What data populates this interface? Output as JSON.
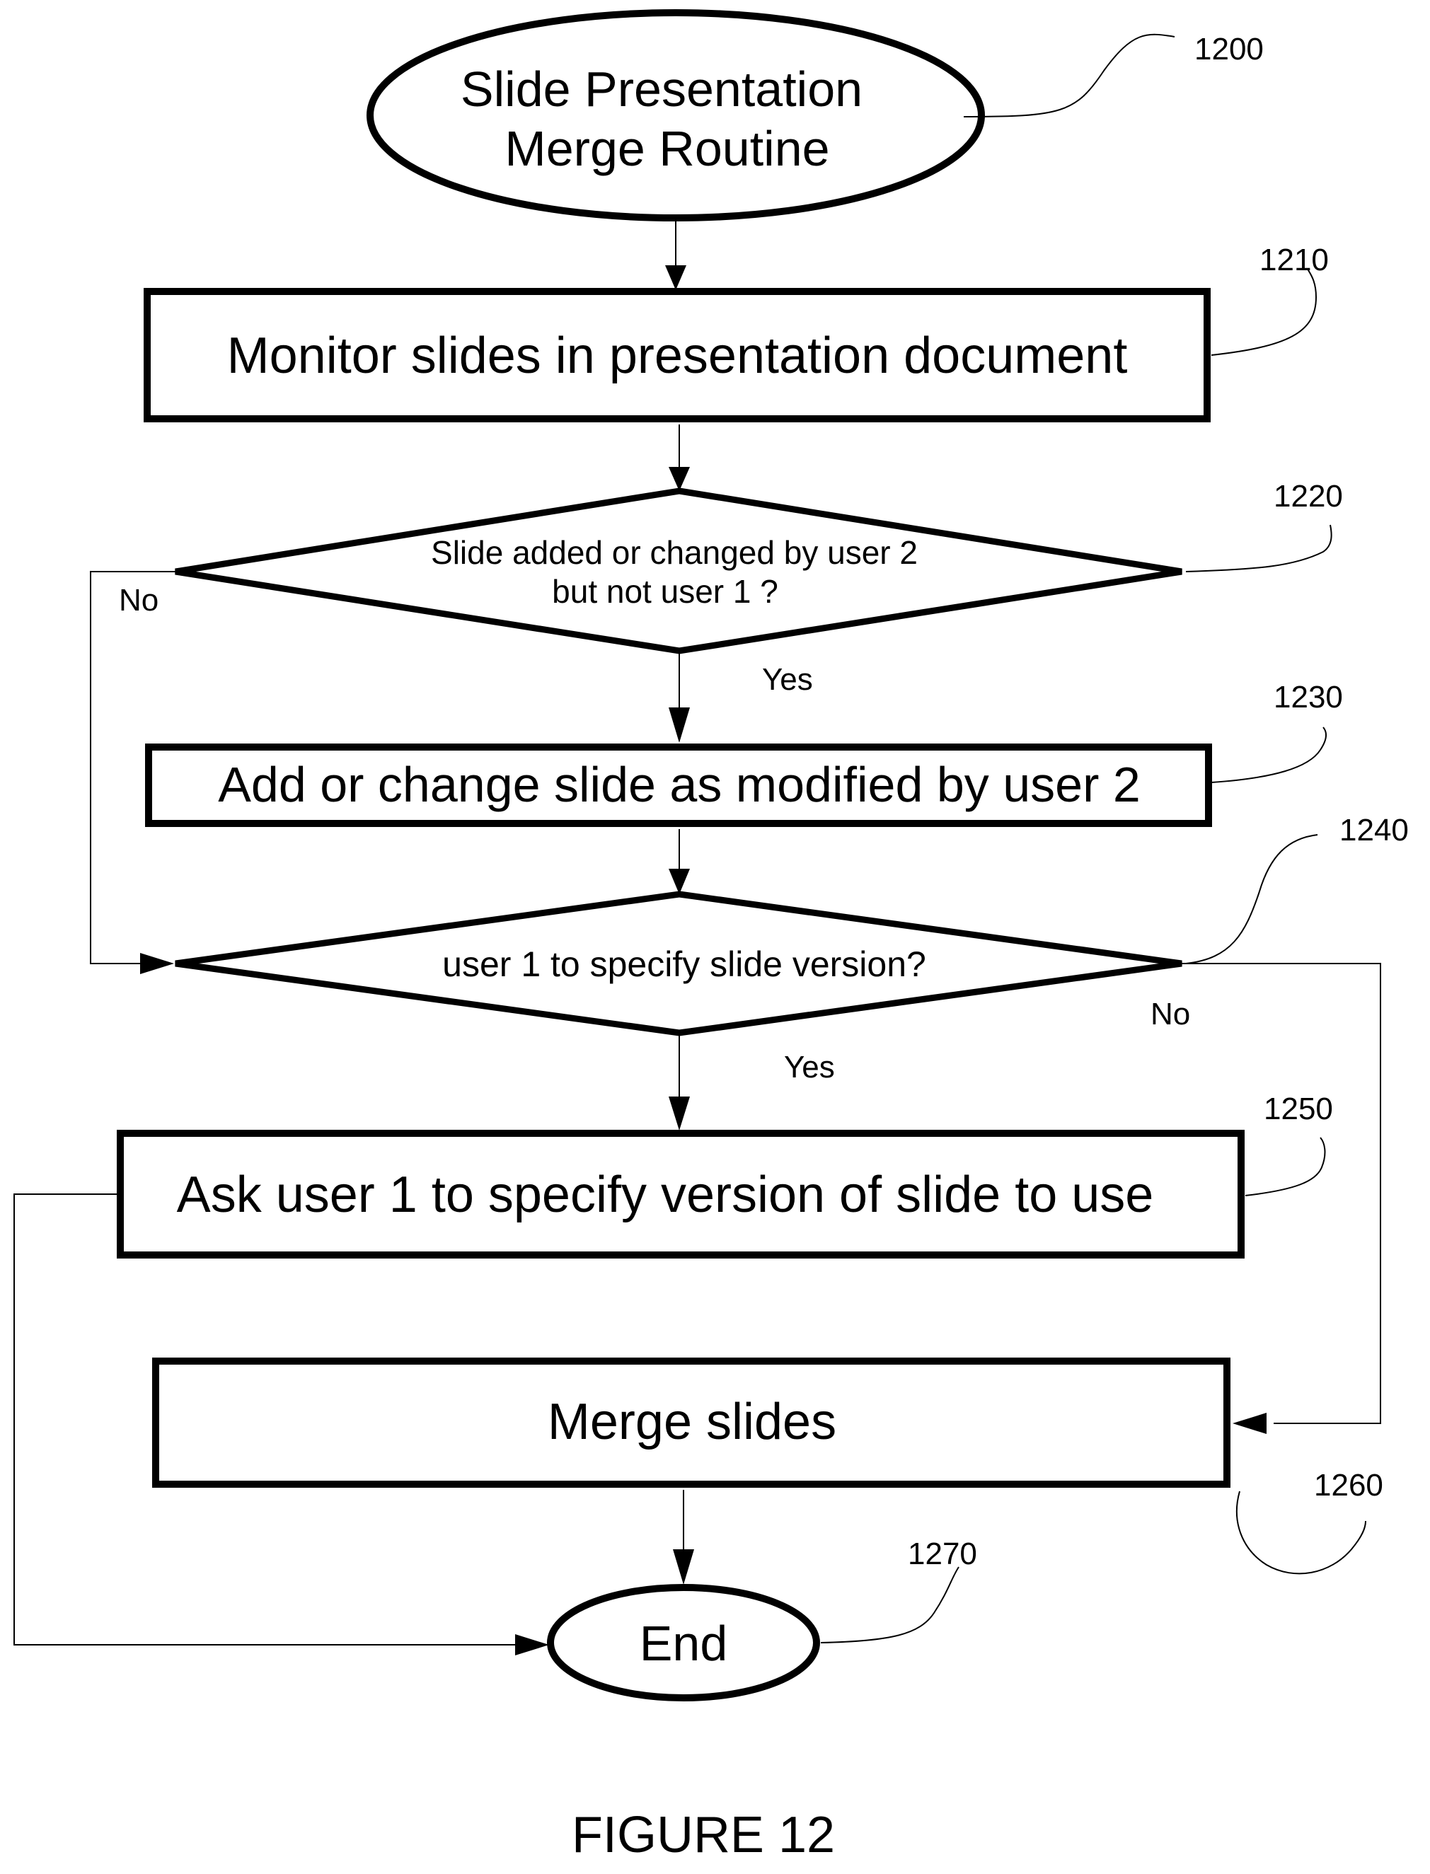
{
  "diagram": {
    "caption": "FIGURE 12",
    "nodes": {
      "start": {
        "ref": "1200",
        "lines": [
          "Slide Presentation",
          "Merge Routine"
        ]
      },
      "monitor": {
        "ref": "1210",
        "text": "Monitor slides in presentation document"
      },
      "decision_added": {
        "ref": "1220",
        "lines": [
          "Slide added or changed by user 2",
          "but not user 1 ?"
        ]
      },
      "add_change": {
        "ref": "1230",
        "text": "Add or change slide as modified by user 2"
      },
      "decision_specify": {
        "ref": "1240",
        "text": "user 1 to specify slide version?"
      },
      "ask_user": {
        "ref": "1250",
        "text": "Ask user 1 to specify version of slide to use"
      },
      "merge": {
        "ref": "1260",
        "text": "Merge  slides"
      },
      "end": {
        "ref": "1270",
        "text": "End"
      }
    },
    "edge_labels": {
      "decision_added_no": "No",
      "decision_added_yes": "Yes",
      "decision_specify_no": "No",
      "decision_specify_yes": "Yes"
    }
  }
}
